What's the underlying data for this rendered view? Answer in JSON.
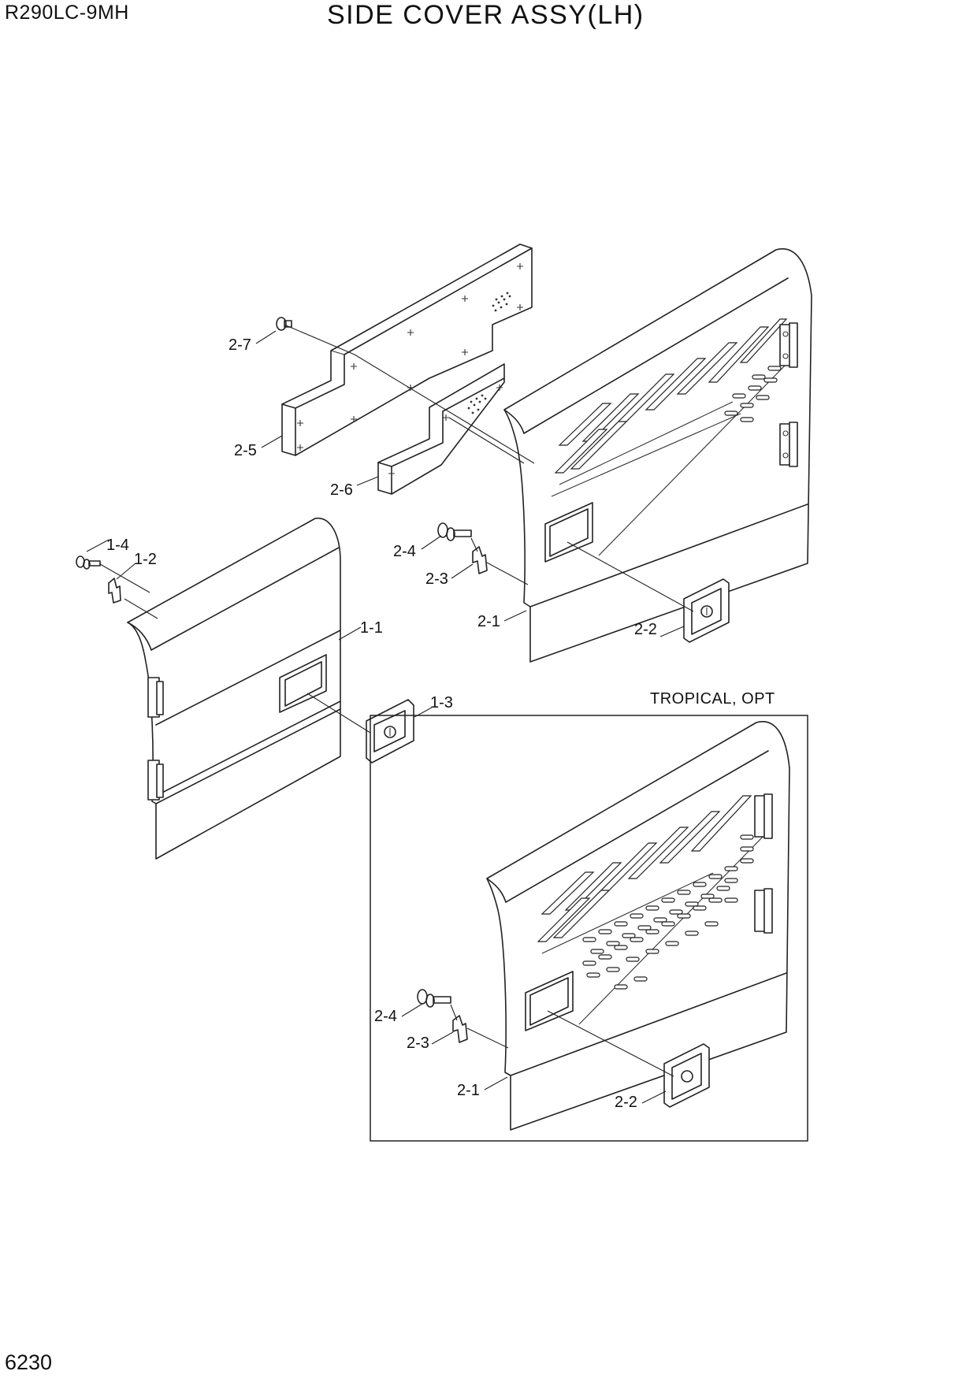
{
  "header": {
    "model": "R290LC-9MH",
    "title": "SIDE COVER ASSY(LH)"
  },
  "footer": {
    "page_number": "6230"
  },
  "callouts": {
    "c_1_1": "1-1",
    "c_1_2": "1-2",
    "c_1_3": "1-3",
    "c_1_4": "1-4",
    "c_2_1": "2-1",
    "c_2_2": "2-2",
    "c_2_3": "2-3",
    "c_2_4": "2-4",
    "c_2_5": "2-5",
    "c_2_6": "2-6",
    "c_2_7": "2-7"
  },
  "option_box": {
    "label": "TROPICAL, OPT",
    "callouts": {
      "c_2_1": "2-1",
      "c_2_2": "2-2",
      "c_2_3": "2-3",
      "c_2_4": "2-4"
    }
  }
}
